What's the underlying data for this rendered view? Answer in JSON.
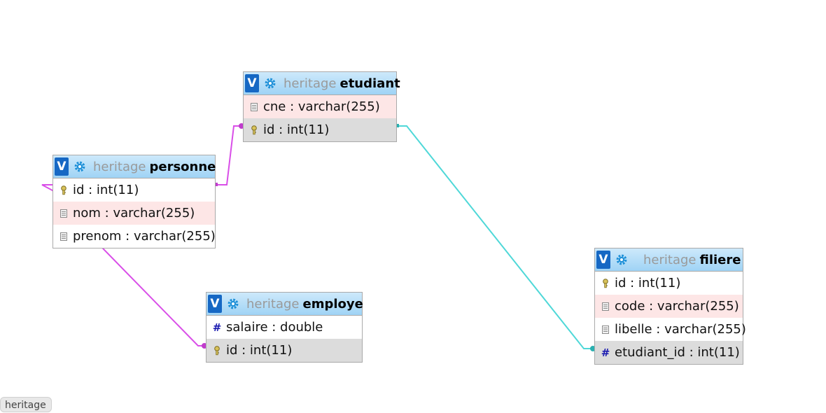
{
  "colors": {
    "relation_personne": "#d94ee8",
    "relation_filiere": "#4fd8d8",
    "toggle_bg": "#1668c4",
    "header_gradient_top": "#cde9fb",
    "header_gradient_bottom": "#9fd3f5",
    "pk_row": "#dcdcdc",
    "text_row": "#fde6e6"
  },
  "tables": {
    "etudiant": {
      "toggle": "V",
      "db": "heritage",
      "name": "etudiant",
      "columns": [
        {
          "label": "cne : varchar(255)",
          "icon": "text-column-icon"
        },
        {
          "label": "id : int(11)",
          "icon": "key-icon"
        }
      ]
    },
    "personne": {
      "toggle": "V",
      "db": "heritage",
      "name": "personne",
      "columns": [
        {
          "label": "id : int(11)",
          "icon": "key-icon"
        },
        {
          "label": "nom : varchar(255)",
          "icon": "text-column-icon"
        },
        {
          "label": "prenom : varchar(255)",
          "icon": "text-column-icon"
        }
      ]
    },
    "employe": {
      "toggle": "V",
      "db": "heritage",
      "name": "employe",
      "columns": [
        {
          "label": "salaire : double",
          "icon": "numeric-column-icon"
        },
        {
          "label": "id : int(11)",
          "icon": "key-icon"
        }
      ]
    },
    "filiere": {
      "toggle": "V",
      "db": "heritage",
      "name": "filiere",
      "columns": [
        {
          "label": "id : int(11)",
          "icon": "key-icon"
        },
        {
          "label": "code : varchar(255)",
          "icon": "text-column-icon"
        },
        {
          "label": "libelle : varchar(255)",
          "icon": "text-column-icon"
        },
        {
          "label": "etudiant_id : int(11)",
          "icon": "numeric-column-icon"
        }
      ]
    }
  },
  "corner_tab": {
    "label": "heritage"
  }
}
